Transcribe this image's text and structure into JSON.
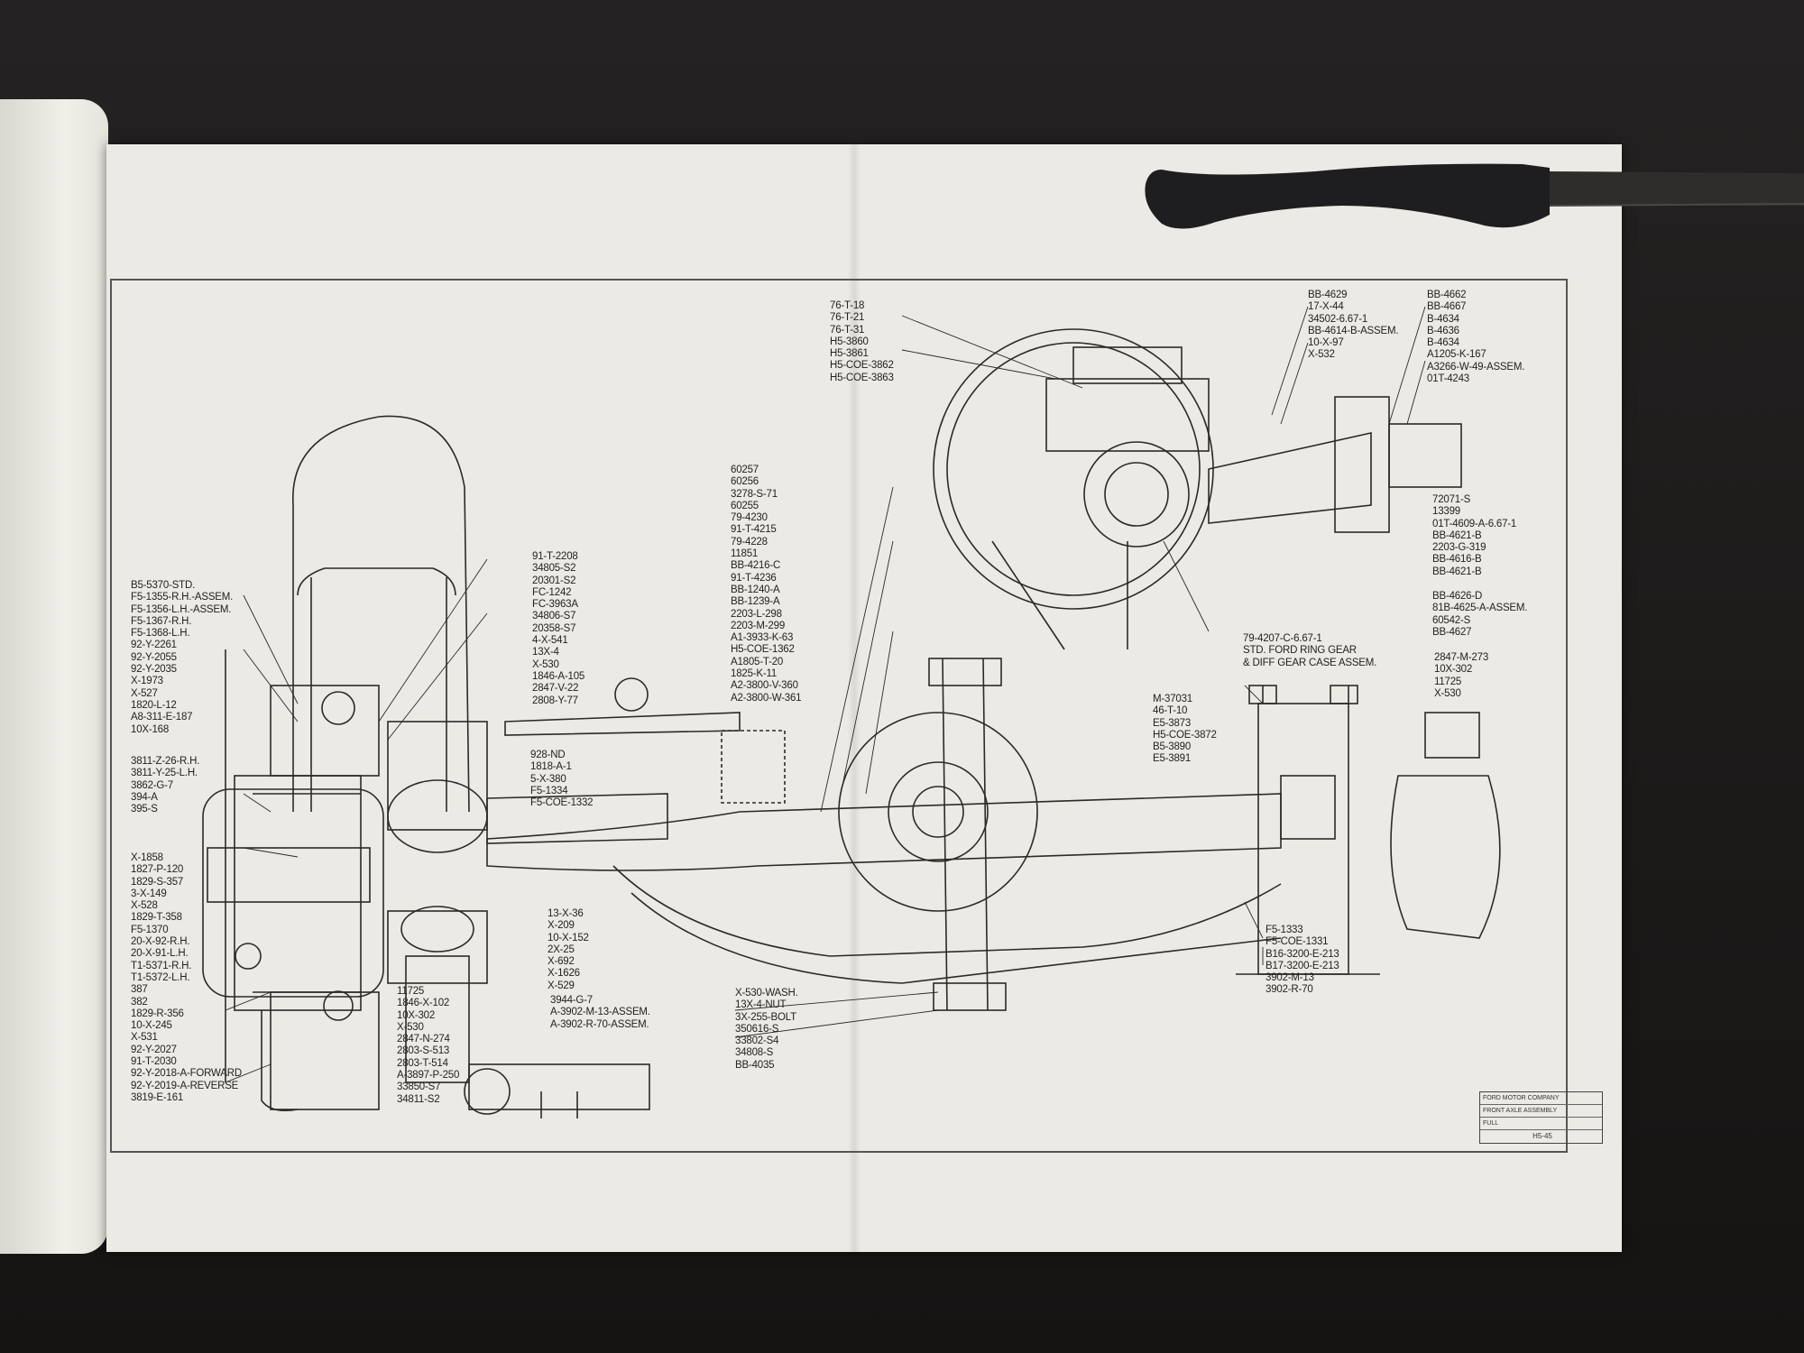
{
  "labels": {
    "top_center": [
      "76-T-18",
      "76-T-21",
      "76-T-31",
      "H5-3860",
      "H5-3861",
      "H5-COE-3862",
      "H5-COE-3863"
    ],
    "top_right_1": [
      "BB-4629",
      "17-X-44",
      "34502-6.67-1",
      "BB-4614-B-ASSEM.",
      "10-X-97",
      "X-532"
    ],
    "top_right_2": [
      "BB-4662",
      "BB-4667",
      "B-4634",
      "B-4636",
      "B-4634",
      "A1205-K-167",
      "A3266-W-49-ASSEM.",
      "01T-4243"
    ],
    "right_mid": [
      "72071-S",
      "13399",
      "01T-4609-A-6.67-1",
      "BB-4621-B",
      "2203-G-319",
      "BB-4616-B",
      "BB-4621-B"
    ],
    "right_lower": [
      "BB-4626-D",
      "81B-4625-A-ASSEM.",
      "60542-S",
      "BB-4627"
    ],
    "ring_gear": [
      "79-4207-C-6.67-1",
      "STD. FORD RING GEAR",
      "& DIFF GEAR CASE ASSEM."
    ],
    "right_far": [
      "2847-M-273",
      "10X-302",
      "11725",
      "X-530"
    ],
    "mid_right": [
      "M-37031",
      "46-T-10",
      "E5-3873",
      "H5-COE-3872",
      "B5-3890",
      "E5-3891"
    ],
    "bottom_right": [
      "F5-1333",
      "F5-COE-1331",
      "B16-3200-E-213",
      "B17-3200-E-213",
      "3902-M-13",
      "3902-R-70"
    ],
    "center_col": [
      "60257",
      "60256",
      "3278-S-71",
      "60255",
      "79-4230",
      "91-T-4215",
      "79-4228",
      "11851",
      "BB-4216-C",
      "91-T-4236",
      "BB-1240-A",
      "BB-1239-A",
      "2203-L-298",
      "2203-M-299",
      "A1-3933-K-63",
      "H5-COE-1362",
      "A1805-T-20",
      "1825-K-11",
      "A2-3800-V-360",
      "A2-3800-W-361"
    ],
    "knuckle_col": [
      "91-T-2208",
      "34805-S2",
      "20301-S2",
      "FC-1242",
      "FC-3963A",
      "34806-S7",
      "20358-S7",
      "4-X-541",
      "13X-4",
      "X-530",
      "1846-A-105",
      "2847-V-22",
      "2808-Y-77"
    ],
    "tie_rod": [
      "928-ND",
      "1818-A-1",
      "5-X-380",
      "F5-1334",
      "F5-COE-1332"
    ],
    "left_upper": [
      "B5-5370-STD.",
      "F5-1355-R.H.-ASSEM.",
      "F5-1356-L.H.-ASSEM.",
      "F5-1367-R.H.",
      "F5-1368-L.H.",
      "92-Y-2261",
      "92-Y-2055",
      "92-Y-2035",
      "X-1973",
      "X-527",
      "1820-L-12",
      "A8-311-E-187",
      "10X-168"
    ],
    "left_mid": [
      "3811-Z-26-R.H.",
      "3811-Y-25-L.H.",
      "3862-G-7",
      "394-A",
      "395-S"
    ],
    "left_lower": [
      "X-1858",
      "1827-P-120",
      "1829-S-357",
      "3-X-149",
      "X-528",
      "1829-T-358",
      "F5-1370",
      "20-X-92-R.H.",
      "20-X-91-L.H.",
      "T1-5371-R.H.",
      "T1-5372-L.H.",
      "387",
      "382",
      "1829-R-356",
      "10-X-245",
      "X-531",
      "92-Y-2027",
      "91-T-2030",
      "92-Y-2018-A-FORWARD",
      "92-Y-2019-A-REVERSE",
      "3819-E-161"
    ],
    "spindle_col": [
      "13-X-36",
      "X-209",
      "10-X-152",
      "2X-25",
      "X-692",
      "X-1626",
      "X-529"
    ],
    "steering_col": [
      "3944-G-7",
      "A-3902-M-13-ASSEM.",
      "A-3902-R-70-ASSEM."
    ],
    "bottom_mid": [
      "11725",
      "1846-X-102",
      "10X-302",
      "X-530",
      "2847-N-274",
      "2803-S-513",
      "2803-T-514",
      "A-3897-P-250",
      "33850-S7",
      "34811-S2"
    ],
    "bottom_center": [
      "X-530-WASH.",
      "13X-4-NUT",
      "3X-255-BOLT",
      "350616-S",
      "33802-S4",
      "34808-S",
      "BB-4035"
    ]
  },
  "title_block": {
    "company": "FORD MOTOR COMPANY",
    "title": "FRONT AXLE ASSEMBLY",
    "scale": "FULL",
    "number": "H5-45"
  },
  "colors": {
    "paper": "#eceae4",
    "ink": "#222222",
    "table": "#1c1a19",
    "knife": "#1e1e20"
  }
}
